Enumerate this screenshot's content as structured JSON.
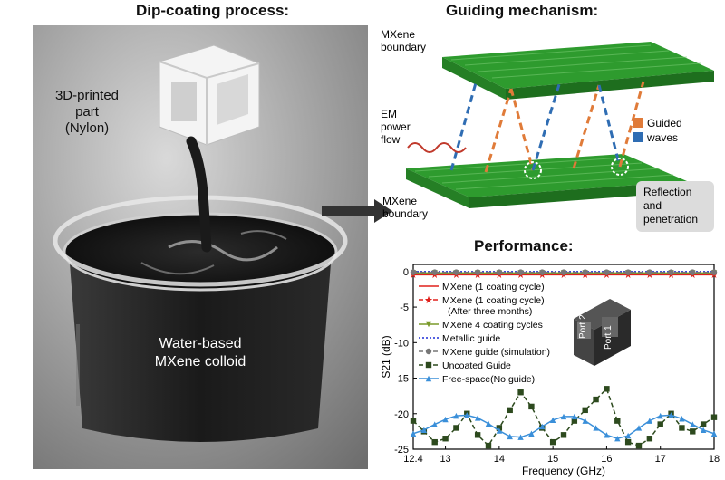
{
  "panels": {
    "dip_title": "Dip-coating process:",
    "guide_title": "Guiding mechanism:",
    "perf_title": "Performance:"
  },
  "photo": {
    "part_label": [
      "3D-printed",
      "part",
      "(Nylon)"
    ],
    "colloid_label": [
      "Water-based",
      "MXene colloid"
    ]
  },
  "mechanism": {
    "boundary_top": [
      "MXene",
      "boundary"
    ],
    "boundary_bottom": [
      "MXene",
      "boundary"
    ],
    "em_label": [
      "EM",
      "power",
      "flow"
    ],
    "legend": [
      "Guided",
      "waves"
    ],
    "reflection_box": [
      "Reflection",
      "and",
      "penetration"
    ],
    "colors": {
      "orange": "#e07b39",
      "blue": "#2f6db3",
      "sheet": "#2e9b2e"
    }
  },
  "chart_data": {
    "type": "line",
    "xlabel": "Frequency (GHz)",
    "ylabel": "S21 (dB)",
    "xlim": [
      12.4,
      18
    ],
    "ylim": [
      -25,
      1
    ],
    "xticks": [
      12.4,
      13,
      14,
      15,
      16,
      17,
      18
    ],
    "yticks": [
      0,
      -5,
      -10,
      -15,
      -20,
      -25
    ],
    "inset_labels": [
      "Port 2",
      "Port 1"
    ],
    "series": [
      {
        "name": "MXene (1 coating cycle)",
        "color": "#e0201b",
        "marker": "none",
        "dash": "solid",
        "x": [
          12.4,
          13,
          14,
          15,
          16,
          17,
          18
        ],
        "y": [
          -0.45,
          -0.45,
          -0.45,
          -0.45,
          -0.45,
          -0.45,
          -0.45
        ]
      },
      {
        "name": "MXene (1 coating cycle) (After three months)",
        "color": "#e0201b",
        "marker": "star",
        "dash": "dashed",
        "x": [
          12.4,
          12.8,
          13.2,
          13.6,
          14.0,
          14.4,
          14.8,
          15.2,
          15.6,
          16.0,
          16.4,
          16.8,
          17.2,
          17.6,
          18.0
        ],
        "y": [
          -0.4,
          -0.4,
          -0.4,
          -0.4,
          -0.4,
          -0.4,
          -0.4,
          -0.4,
          -0.4,
          -0.4,
          -0.4,
          -0.4,
          -0.4,
          -0.4,
          -0.4
        ]
      },
      {
        "name": "MXene 4 coating cycles",
        "color": "#7a9a2a",
        "marker": "triangle-down",
        "dash": "solid",
        "x": [
          12.4,
          12.8,
          13.2,
          13.6,
          14.0,
          14.4,
          14.8,
          15.2,
          15.6,
          16.0,
          16.4,
          16.8,
          17.2,
          17.6,
          18.0
        ],
        "y": [
          -0.2,
          -0.2,
          -0.2,
          -0.2,
          -0.2,
          -0.2,
          -0.2,
          -0.2,
          -0.2,
          -0.2,
          -0.2,
          -0.2,
          -0.2,
          -0.2,
          -0.2
        ]
      },
      {
        "name": "Metallic guide",
        "color": "#1f2fd6",
        "marker": "none",
        "dash": "dotted",
        "x": [
          12.4,
          13,
          14,
          15,
          16,
          17,
          18
        ],
        "y": [
          0,
          0,
          0,
          0,
          0,
          0,
          0
        ]
      },
      {
        "name": "MXene guide (simulation)",
        "color": "#777777",
        "marker": "circle",
        "dash": "dashed",
        "x": [
          12.4,
          12.8,
          13.2,
          13.6,
          14.0,
          14.4,
          14.8,
          15.2,
          15.6,
          16.0,
          16.4,
          16.8,
          17.2,
          17.6,
          18.0
        ],
        "y": [
          -0.1,
          -0.1,
          -0.1,
          -0.1,
          -0.1,
          -0.1,
          -0.1,
          -0.1,
          -0.1,
          -0.1,
          -0.1,
          -0.1,
          -0.1,
          -0.1,
          -0.1
        ]
      },
      {
        "name": "Uncoated Guide",
        "color": "#2d4a1e",
        "marker": "square",
        "dash": "dashed",
        "x": [
          12.4,
          12.6,
          12.8,
          13.0,
          13.2,
          13.4,
          13.6,
          13.8,
          14.0,
          14.2,
          14.4,
          14.6,
          14.8,
          15.0,
          15.2,
          15.4,
          15.6,
          15.8,
          16.0,
          16.2,
          16.4,
          16.6,
          16.8,
          17.0,
          17.2,
          17.4,
          17.6,
          17.8,
          18.0
        ],
        "y": [
          -21,
          -22.5,
          -24,
          -23.5,
          -22,
          -20,
          -23,
          -24.5,
          -22,
          -19.5,
          -17,
          -19,
          -22,
          -24,
          -23,
          -21,
          -19.5,
          -18,
          -16.5,
          -21,
          -24,
          -24.5,
          -23.5,
          -21.5,
          -20,
          -22,
          -22.5,
          -21.5,
          -20.5
        ]
      },
      {
        "name": "Free-space(No guide)",
        "color": "#3a8fd9",
        "marker": "triangle-up",
        "dash": "solid",
        "x": [
          12.4,
          12.6,
          12.8,
          13.0,
          13.2,
          13.4,
          13.6,
          13.8,
          14.0,
          14.2,
          14.4,
          14.6,
          14.8,
          15.0,
          15.2,
          15.4,
          15.6,
          15.8,
          16.0,
          16.2,
          16.4,
          16.6,
          16.8,
          17.0,
          17.2,
          17.4,
          17.6,
          17.8,
          18.0
        ],
        "y": [
          -22.8,
          -22.3,
          -21.5,
          -20.8,
          -20.3,
          -20.2,
          -20.6,
          -21.4,
          -22.4,
          -23.2,
          -23.3,
          -22.8,
          -21.8,
          -20.9,
          -20.4,
          -20.4,
          -21.0,
          -22.0,
          -23.0,
          -23.5,
          -23.1,
          -22.0,
          -21.0,
          -20.3,
          -20.2,
          -20.7,
          -21.5,
          -22.3,
          -22.8
        ]
      }
    ]
  }
}
